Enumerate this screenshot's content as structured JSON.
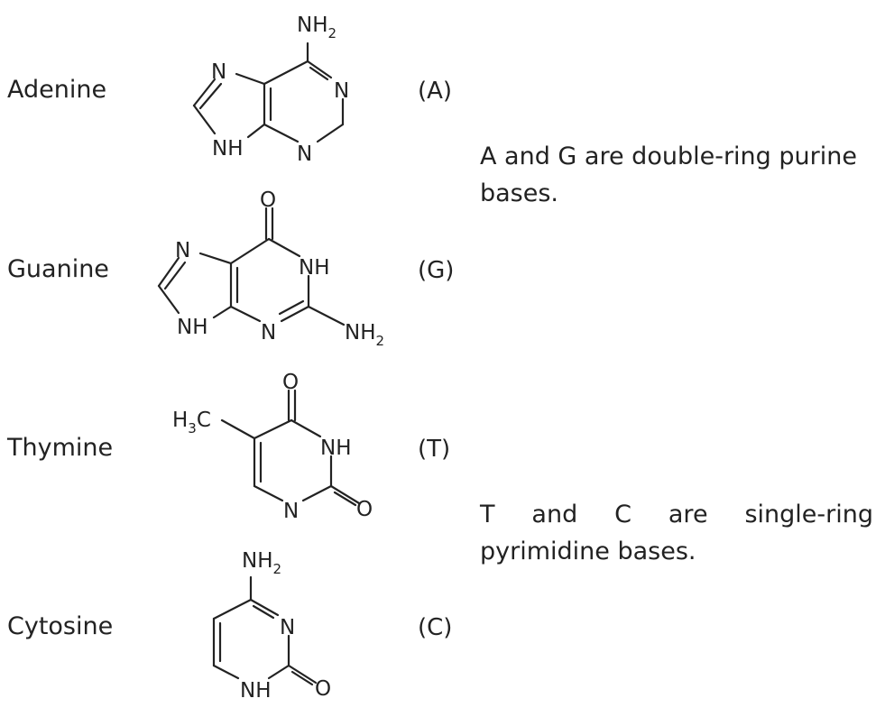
{
  "bases": [
    {
      "name": "Adenine",
      "abbr": "(A)"
    },
    {
      "name": "Guanine",
      "abbr": "(G)"
    },
    {
      "name": "Thymine",
      "abbr": "(T)"
    },
    {
      "name": "Cytosine",
      "abbr": "(C)"
    }
  ],
  "notes": {
    "purine": "A and G are double-ring purine bases.",
    "pyrimidine": "T and C are single-ring pyrimidine bases."
  },
  "atoms": {
    "N": "N",
    "NH": "NH",
    "O": "O",
    "NH2_main": "NH",
    "H3C_main": "H",
    "H3C_tail": "C",
    "sub2": "2",
    "sub3": "3"
  }
}
